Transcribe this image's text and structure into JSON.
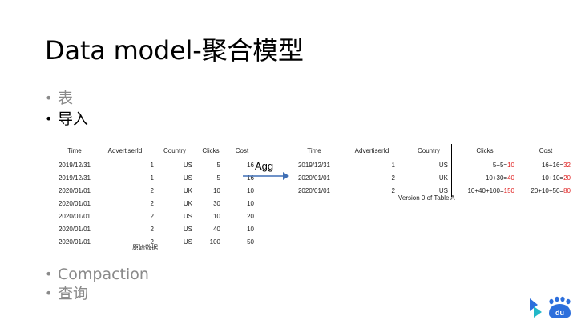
{
  "slide": {
    "title": "Data model-聚合模型",
    "bullets_top": [
      {
        "text": "表",
        "style": "muted"
      },
      {
        "text": "导入",
        "style": "dark"
      }
    ],
    "bullets_bottom": [
      {
        "text": "Compaction",
        "style": "muted"
      },
      {
        "text": "查询",
        "style": "muted"
      }
    ]
  },
  "raw_table": {
    "headers": [
      "Time",
      "AdvertiserId",
      "Country",
      "Clicks",
      "Cost"
    ],
    "rows": [
      [
        "2019/12/31",
        "1",
        "US",
        "5",
        "16"
      ],
      [
        "2019/12/31",
        "1",
        "US",
        "5",
        "16"
      ],
      [
        "2020/01/01",
        "2",
        "UK",
        "10",
        "10"
      ],
      [
        "2020/01/01",
        "2",
        "UK",
        "30",
        "10"
      ],
      [
        "2020/01/01",
        "2",
        "US",
        "10",
        "20"
      ],
      [
        "2020/01/01",
        "2",
        "US",
        "40",
        "10"
      ],
      [
        "2020/01/01",
        "2",
        "US",
        "100",
        "50"
      ]
    ],
    "caption": "原始数据"
  },
  "agg": {
    "label": "Agg",
    "arrow_color": "#3f6fb5"
  },
  "agg_table": {
    "headers": [
      "Time",
      "AdvertiserId",
      "Country",
      "Clicks",
      "Cost"
    ],
    "rows": [
      {
        "time": "2019/12/31",
        "advertiser": "1",
        "country": "US",
        "clicks_expr": "5+5=",
        "clicks_result": "10",
        "cost_expr": "16+16=",
        "cost_result": "32"
      },
      {
        "time": "2020/01/01",
        "advertiser": "2",
        "country": "UK",
        "clicks_expr": "10+30=",
        "clicks_result": "40",
        "cost_expr": "10+10=",
        "cost_result": "20"
      },
      {
        "time": "2020/01/01",
        "advertiser": "2",
        "country": "US",
        "clicks_expr": "10+40+100=",
        "clicks_result": "150",
        "cost_expr": "20+10+50=",
        "cost_result": "80"
      }
    ],
    "caption": "Version 0 of Table A",
    "result_color": "#e02020"
  },
  "logo": {
    "icon": "baidu-logo-icon",
    "text": "du",
    "colors": [
      "#2d6fdc",
      "#22b8c8"
    ]
  }
}
